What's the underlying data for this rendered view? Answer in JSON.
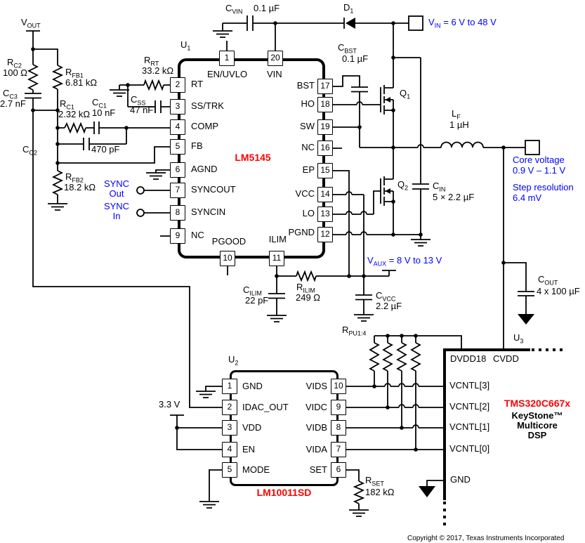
{
  "colors": {
    "blue": "#0000ff",
    "red": "#ff0000",
    "wire": "#000000"
  },
  "u1": {
    "ref": "U",
    "ref_sub": "1",
    "part": "LM5145",
    "pins_top": [
      {
        "num": "1",
        "label": "EN/UVLO"
      },
      {
        "num": "20",
        "label": "VIN"
      }
    ],
    "pins_left": [
      {
        "num": "2",
        "label": "RT"
      },
      {
        "num": "3",
        "label": "SS/TRK"
      },
      {
        "num": "4",
        "label": "COMP"
      },
      {
        "num": "5",
        "label": "FB"
      },
      {
        "num": "6",
        "label": "AGND"
      },
      {
        "num": "7",
        "label": "SYNCOUT"
      },
      {
        "num": "8",
        "label": "SYNCIN"
      },
      {
        "num": "9",
        "label": "NC"
      }
    ],
    "pins_right": [
      {
        "num": "17",
        "label": "BST"
      },
      {
        "num": "18",
        "label": "HO"
      },
      {
        "num": "19",
        "label": "SW"
      },
      {
        "num": "16",
        "label": "NC"
      },
      {
        "num": "15",
        "label": "EP"
      },
      {
        "num": "14",
        "label": "VCC"
      },
      {
        "num": "13",
        "label": "LO"
      },
      {
        "num": "12",
        "label": "PGND"
      }
    ],
    "pins_bottom": [
      {
        "num": "10",
        "label": "PGOOD"
      },
      {
        "num": "11",
        "label": "ILIM"
      }
    ]
  },
  "u2": {
    "ref": "U",
    "ref_sub": "2",
    "part": "LM10011SD",
    "pins_left": [
      {
        "num": "1",
        "label": "GND"
      },
      {
        "num": "2",
        "label": "IDAC_OUT"
      },
      {
        "num": "3",
        "label": "VDD"
      },
      {
        "num": "4",
        "label": "EN"
      },
      {
        "num": "5",
        "label": "MODE"
      }
    ],
    "pins_right": [
      {
        "num": "10",
        "label": "VIDS"
      },
      {
        "num": "9",
        "label": "VIDC"
      },
      {
        "num": "8",
        "label": "VIDB"
      },
      {
        "num": "7",
        "label": "VIDA"
      },
      {
        "num": "6",
        "label": "SET"
      }
    ]
  },
  "u3": {
    "ref": "U",
    "ref_sub": "3",
    "part": "TMS320C667x",
    "subtitle1": "KeyStone™",
    "subtitle2": "Multicore",
    "subtitle3": "DSP",
    "top_pins": [
      "DVDD18",
      "CVDD"
    ],
    "left_pins": [
      "VCNTL[3]",
      "VCNTL[2]",
      "VCNTL[1]",
      "VCNTL[0]",
      "GND"
    ]
  },
  "components": {
    "vout": {
      "name": "V",
      "sub": "OUT"
    },
    "rc2": {
      "name": "R",
      "sub": "C2",
      "value": "100 Ω"
    },
    "cc3": {
      "name": "C",
      "sub": "C3",
      "value": "2.7 nF"
    },
    "rfb1": {
      "name": "R",
      "sub": "FB1",
      "value": "6.81 kΩ"
    },
    "rfb2": {
      "name": "R",
      "sub": "FB2",
      "value": "18.2 kΩ"
    },
    "rc1": {
      "name": "R",
      "sub": "C1",
      "value": "2.32 kΩ"
    },
    "cc1": {
      "name": "C",
      "sub": "C1",
      "value": "10 nF"
    },
    "cc2": {
      "name": "C",
      "sub": "C2",
      "value": "470 pF"
    },
    "rrt": {
      "name": "R",
      "sub": "RT",
      "value": "33.2 kΩ"
    },
    "css": {
      "name": "C",
      "sub": "SS",
      "value": "47 nF"
    },
    "cvin": {
      "name": "C",
      "sub": "VIN",
      "value": "0.1 µF"
    },
    "d1": {
      "name": "D",
      "sub": "1"
    },
    "cbst": {
      "name": "C",
      "sub": "BST",
      "value": "0.1 µF"
    },
    "q1": {
      "name": "Q",
      "sub": "1"
    },
    "q2": {
      "name": "Q",
      "sub": "2"
    },
    "lf": {
      "name": "L",
      "sub": "F",
      "value": "1 µH"
    },
    "cin": {
      "name": "C",
      "sub": "IN",
      "value": "5 × 2.2 µF"
    },
    "cout": {
      "name": "C",
      "sub": "OUT",
      "value": "4 x 100 µF"
    },
    "cilim": {
      "name": "C",
      "sub": "ILIM",
      "value": "22 pF"
    },
    "rilim": {
      "name": "R",
      "sub": "ILIM",
      "value": "249 Ω"
    },
    "cvcc": {
      "name": "C",
      "sub": "VCC",
      "value": "2.2 µF"
    },
    "rset": {
      "name": "R",
      "sub": "SET",
      "value": "182 kΩ"
    },
    "rpu": {
      "name": "R",
      "sub": "PU1:4"
    }
  },
  "annotations": {
    "vin": {
      "pre": "V",
      "sub": "IN",
      "post": " = 6 V to 48 V"
    },
    "vaux": {
      "pre": "V",
      "sub": "AUX",
      "post": " = 8 V to 13 V"
    },
    "core_voltage_1": "Core voltage",
    "core_voltage_2": "0.9 V – 1.1 V",
    "step_res_1": "Step resolution",
    "step_res_2": "6.4 mV",
    "sync_out_1": "SYNC",
    "sync_out_2": "Out",
    "sync_in_1": "SYNC",
    "sync_in_2": "In",
    "supply_3v3": "3.3 V"
  },
  "copyright": "Copyright © 2017, Texas Instruments Incorporated"
}
